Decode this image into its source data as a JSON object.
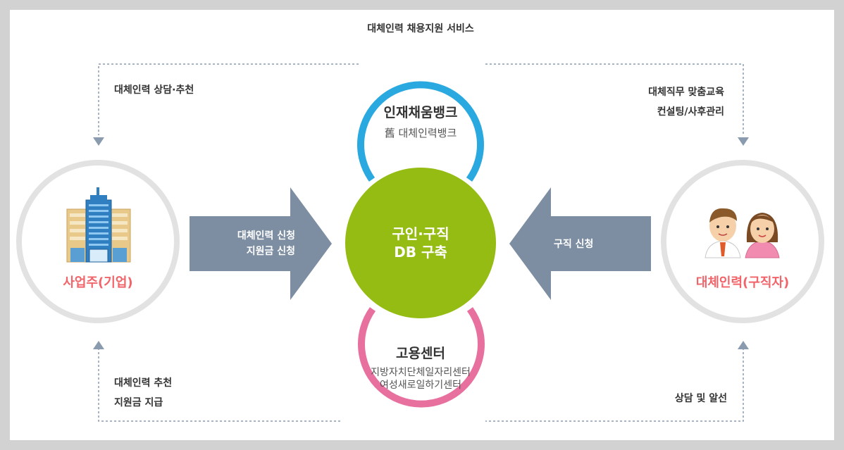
{
  "title": "대체인력 채용지원 서비스",
  "center": {
    "line1": "구인·구직",
    "line2": "DB 구축"
  },
  "top_circle": {
    "title": "인재채움뱅크",
    "subtitle": "舊 대체인력뱅크"
  },
  "bottom_circle": {
    "title": "고용센터",
    "sub1": "지방자치단체일자리센터",
    "sub2": "여성새로일하기센터"
  },
  "left_node": {
    "label": "사업주(기업)",
    "icon": "office-building-icon"
  },
  "right_node": {
    "label": "대체인력(구직자)",
    "icon": "job-seekers-icon"
  },
  "left_arrow": {
    "line1": "대체인력 신청",
    "line2": "지원금 신청"
  },
  "right_arrow": {
    "line1": "구직 신청"
  },
  "top_left_flow": {
    "line1": "대체인력 상담·추천"
  },
  "top_right_flow": {
    "line1": "대체직무 맞춤교육",
    "line2": "컨설팅/사후관리"
  },
  "bottom_left_flow": {
    "line1": "대체인력 추천",
    "line2": "지원금 지급"
  },
  "bottom_right_flow": {
    "line1": "상담 및 알선"
  },
  "colors": {
    "blue_ring": "#29a9df",
    "pink_ring": "#e8709e",
    "center_green": "#95bc12",
    "arrow_gray": "#7d8ea2",
    "node_ring": "#e2e2e2",
    "node_label": "#f0646a",
    "dashed": "#8a9bb0"
  }
}
